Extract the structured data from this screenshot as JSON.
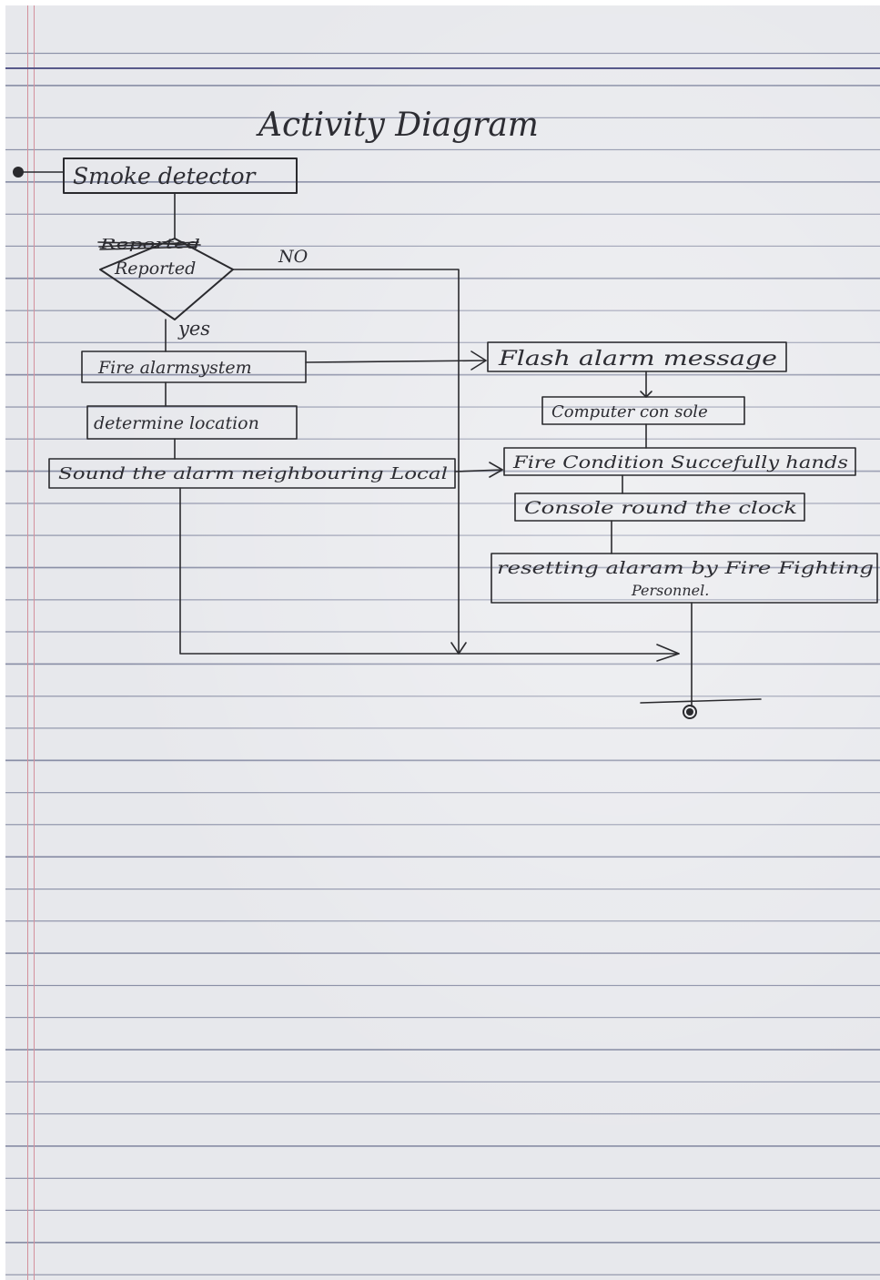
{
  "title": "Activity Diagram",
  "nodes": {
    "smoke_detector": "Smoke detector",
    "decision_struck": "Reported",
    "decision": "Reported",
    "fire_alarm": "Fire alarmsystem",
    "determine_location": "determine location",
    "sound_alarm": "Sound the alarm neighbouring Local",
    "flash_alarm": "Flash alarm message",
    "computer_console": "Computer con sole",
    "fire_condition": "Fire Condition Succefully hands",
    "console_clock": "Console round the clock",
    "resetting_line1": "resetting alaram by Fire Fighting",
    "resetting_line2": "Personnel."
  },
  "edge_labels": {
    "no": "NO",
    "yes": "yes"
  },
  "colors": {
    "paper": "#e7e8ec",
    "ink": "#2a2a2e",
    "rule": "#8a8fa6",
    "margin": "#d3909c"
  }
}
